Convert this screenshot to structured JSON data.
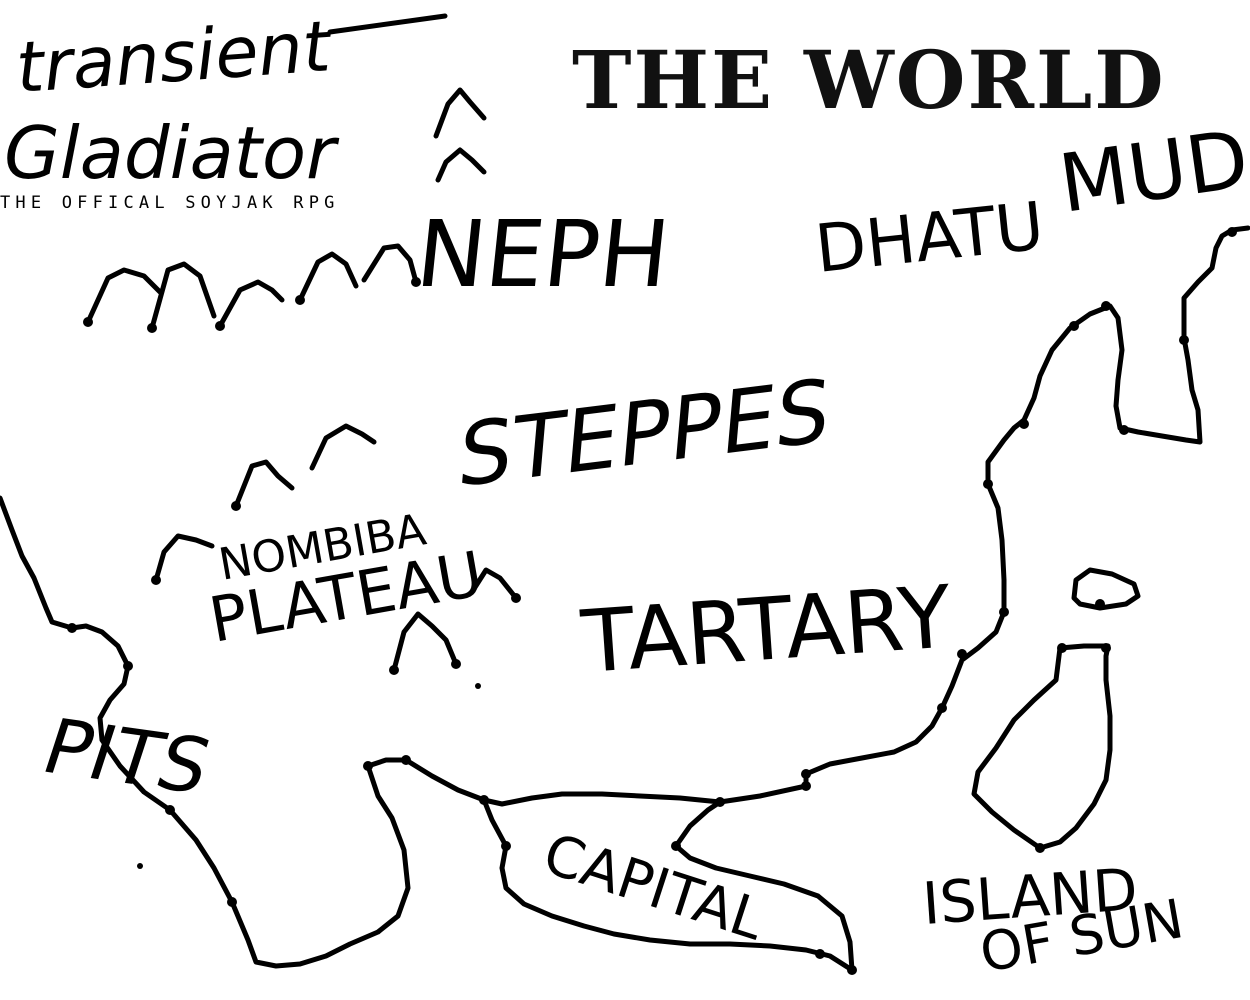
{
  "game": {
    "logo_title_line1": "transient",
    "logo_title_line2": "Gladiator",
    "subtitle": "THE OFFICAL SOYJAK RPG"
  },
  "map": {
    "title": "THE WORLD",
    "regions": {
      "neph": "NEPH",
      "dhatu": "DHATU",
      "mud": "MUD",
      "steppes": "STEPPES",
      "nombiba": "NOMBIBA",
      "plateau": "PLATEAU",
      "tartary": "TARTARY",
      "pits": "PITS",
      "capital": "CAPITAL",
      "island_line1": "ISLAND",
      "island_line2": "OF SUN"
    },
    "ink_color": "#000000",
    "background": "#ffffff"
  }
}
